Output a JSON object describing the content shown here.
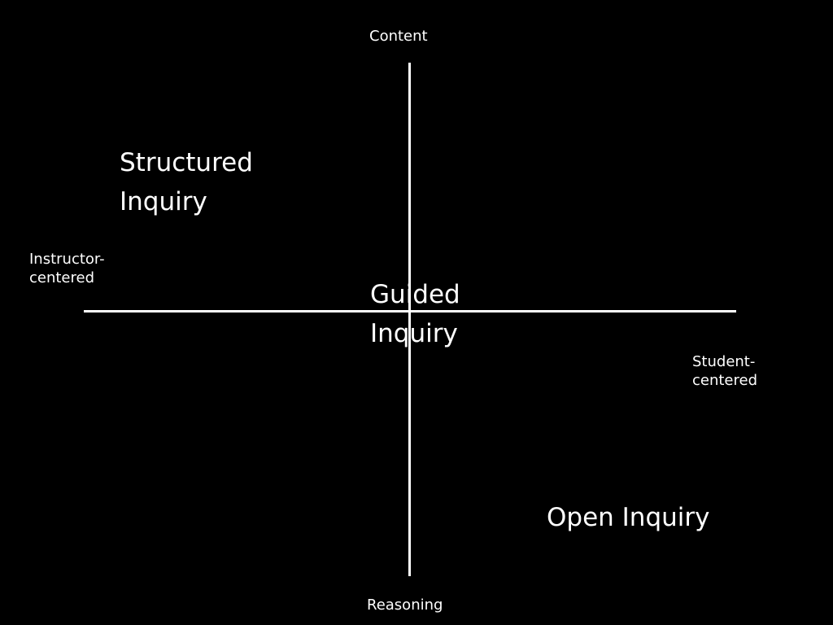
{
  "axes": {
    "top_label": "Content",
    "bottom_label": "Reasoning",
    "left_label": [
      "Instructor-",
      "centered"
    ],
    "right_label": [
      "Student-",
      "centered"
    ]
  },
  "quadrants": {
    "structured": [
      "Structured",
      "Inquiry"
    ],
    "guided": [
      "Guided",
      "Inquiry"
    ],
    "open": [
      "Open Inquiry"
    ]
  },
  "colors": {
    "background": "#000000",
    "foreground": "#ffffff"
  }
}
